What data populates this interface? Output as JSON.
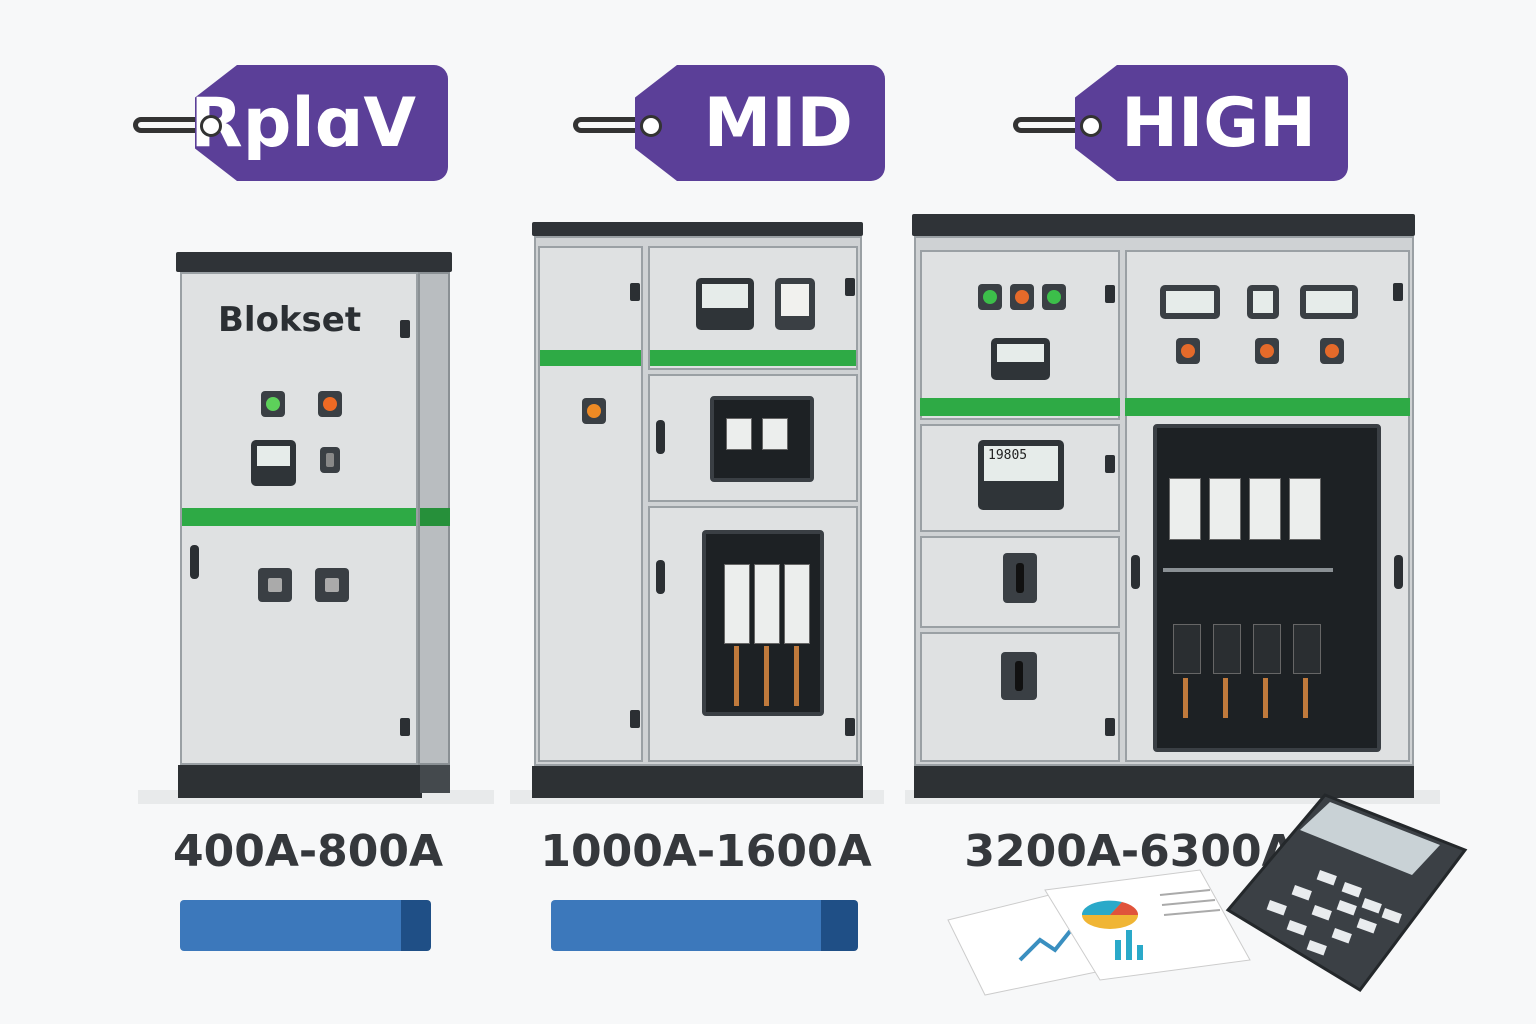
{
  "tiers": [
    {
      "tag": "RplɑV",
      "brand": "Blokset",
      "range": "400A-800A",
      "bar_fill_percent": 100
    },
    {
      "tag": "MID",
      "range": "1000A-1600A",
      "bar_fill_percent": 100
    },
    {
      "tag": "HIGH",
      "range": "3200A-6300A",
      "meter_reading": "19805"
    }
  ],
  "colors": {
    "tag": "#5b3f98",
    "stripe": "#2eaa45",
    "bar": "#3c78bb",
    "bar_dark": "#1f4f86"
  }
}
